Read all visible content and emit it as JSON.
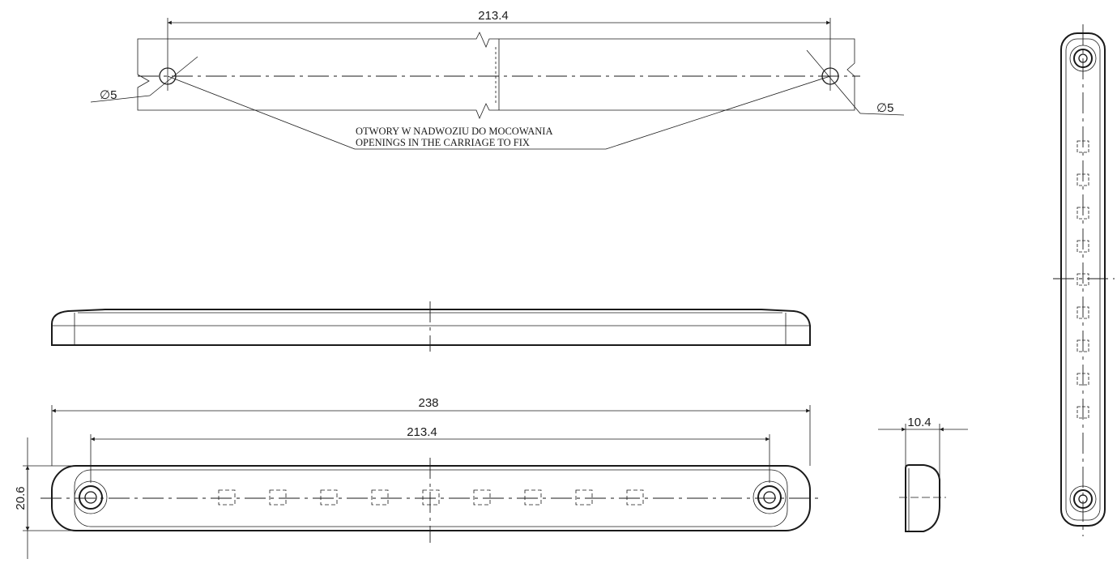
{
  "drawing": {
    "top_view": {
      "dim_spacing": "213.4",
      "hole_left": "∅5",
      "hole_right": "∅5",
      "note_line1": "OTWORY W NADWOZIU DO MOCOWANIA",
      "note_line2": "OPENINGS IN THE CARRIAGE TO FIX"
    },
    "front_view": {
      "dim_length": "238",
      "dim_spacing": "213.4",
      "dim_height": "20.6",
      "led_count": 9
    },
    "side_view": {
      "dim_depth": "10.4"
    },
    "right_view": {
      "led_count": 9
    }
  }
}
